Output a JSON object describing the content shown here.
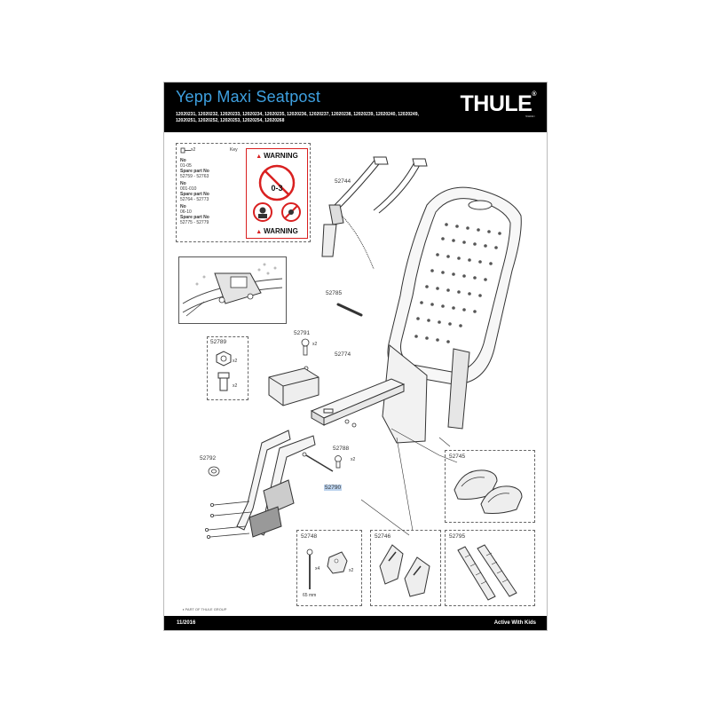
{
  "header": {
    "title": "Yepp Maxi Seatpost",
    "codes": "12020231, 12020232, 12020233, 12020234, 12020235, 12020236, 12020237, 12020238, 12020239, 12020240, 12020249, 12020251, 12020252, 12020253, 12020254, 12020268",
    "logo": "THULE",
    "logo_reg": "®",
    "logo_sub": "SWEDEN"
  },
  "key_box": {
    "x2": "x2",
    "key": "Key",
    "groups": [
      {
        "no_label": "No",
        "no_range": "01-05",
        "sp_label": "Spare part No",
        "sp_range": "52759 - 52763"
      },
      {
        "no_label": "No",
        "no_range": "001-010",
        "sp_label": "Spare part No",
        "sp_range": "52764 - 52773"
      },
      {
        "no_label": "No",
        "no_range": "06-10",
        "sp_label": "Spare part No",
        "sp_range": "52775 - 52779"
      }
    ],
    "warning_top": "WARNING",
    "warning_bottom": "WARNING",
    "age_text": "0-3"
  },
  "parts": {
    "p52744": "52744",
    "p52785": "52785",
    "p52791": "52791",
    "p52774": "52774",
    "p52789": "52789",
    "p52788": "52788",
    "p52792": "52792",
    "p52790": "52790",
    "p52745": "52745",
    "p52748": "52748",
    "p52746": "52746",
    "p52795": "52795"
  },
  "quantities": {
    "q52791": "x2",
    "q52789a": "x2",
    "q52789b": "x2",
    "q52788": "x2",
    "q52748a": "x4",
    "q52748b": "x2",
    "length": "65 mm"
  },
  "footer": {
    "part_of": "PART OF THULE GROUP",
    "date": "11/2016",
    "tagline": "Active With Kids"
  },
  "colors": {
    "title_blue": "#3ea0e0",
    "warning_red": "#d92020",
    "highlight": "#bcd3ee"
  }
}
